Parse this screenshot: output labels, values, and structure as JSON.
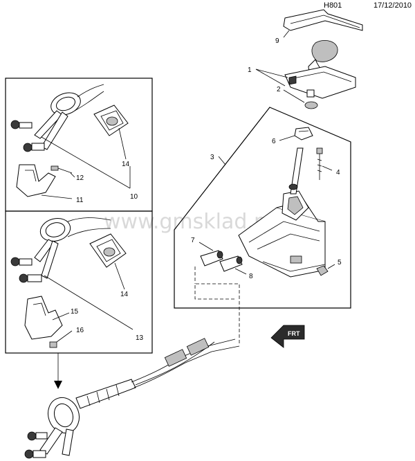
{
  "header": {
    "code": "H801",
    "date": "17/12/2010"
  },
  "watermark": "www.gmsklad.ru",
  "front_label": "FRT",
  "callouts": {
    "c1": "1",
    "c2": "2",
    "c3": "3",
    "c4": "4",
    "c5": "5",
    "c6": "6",
    "c7": "7",
    "c8": "8",
    "c9": "9",
    "c10": "10",
    "c11": "11",
    "c12": "12",
    "c13": "13",
    "c14a": "14",
    "c14b": "14",
    "c15": "15",
    "c16": "16"
  }
}
